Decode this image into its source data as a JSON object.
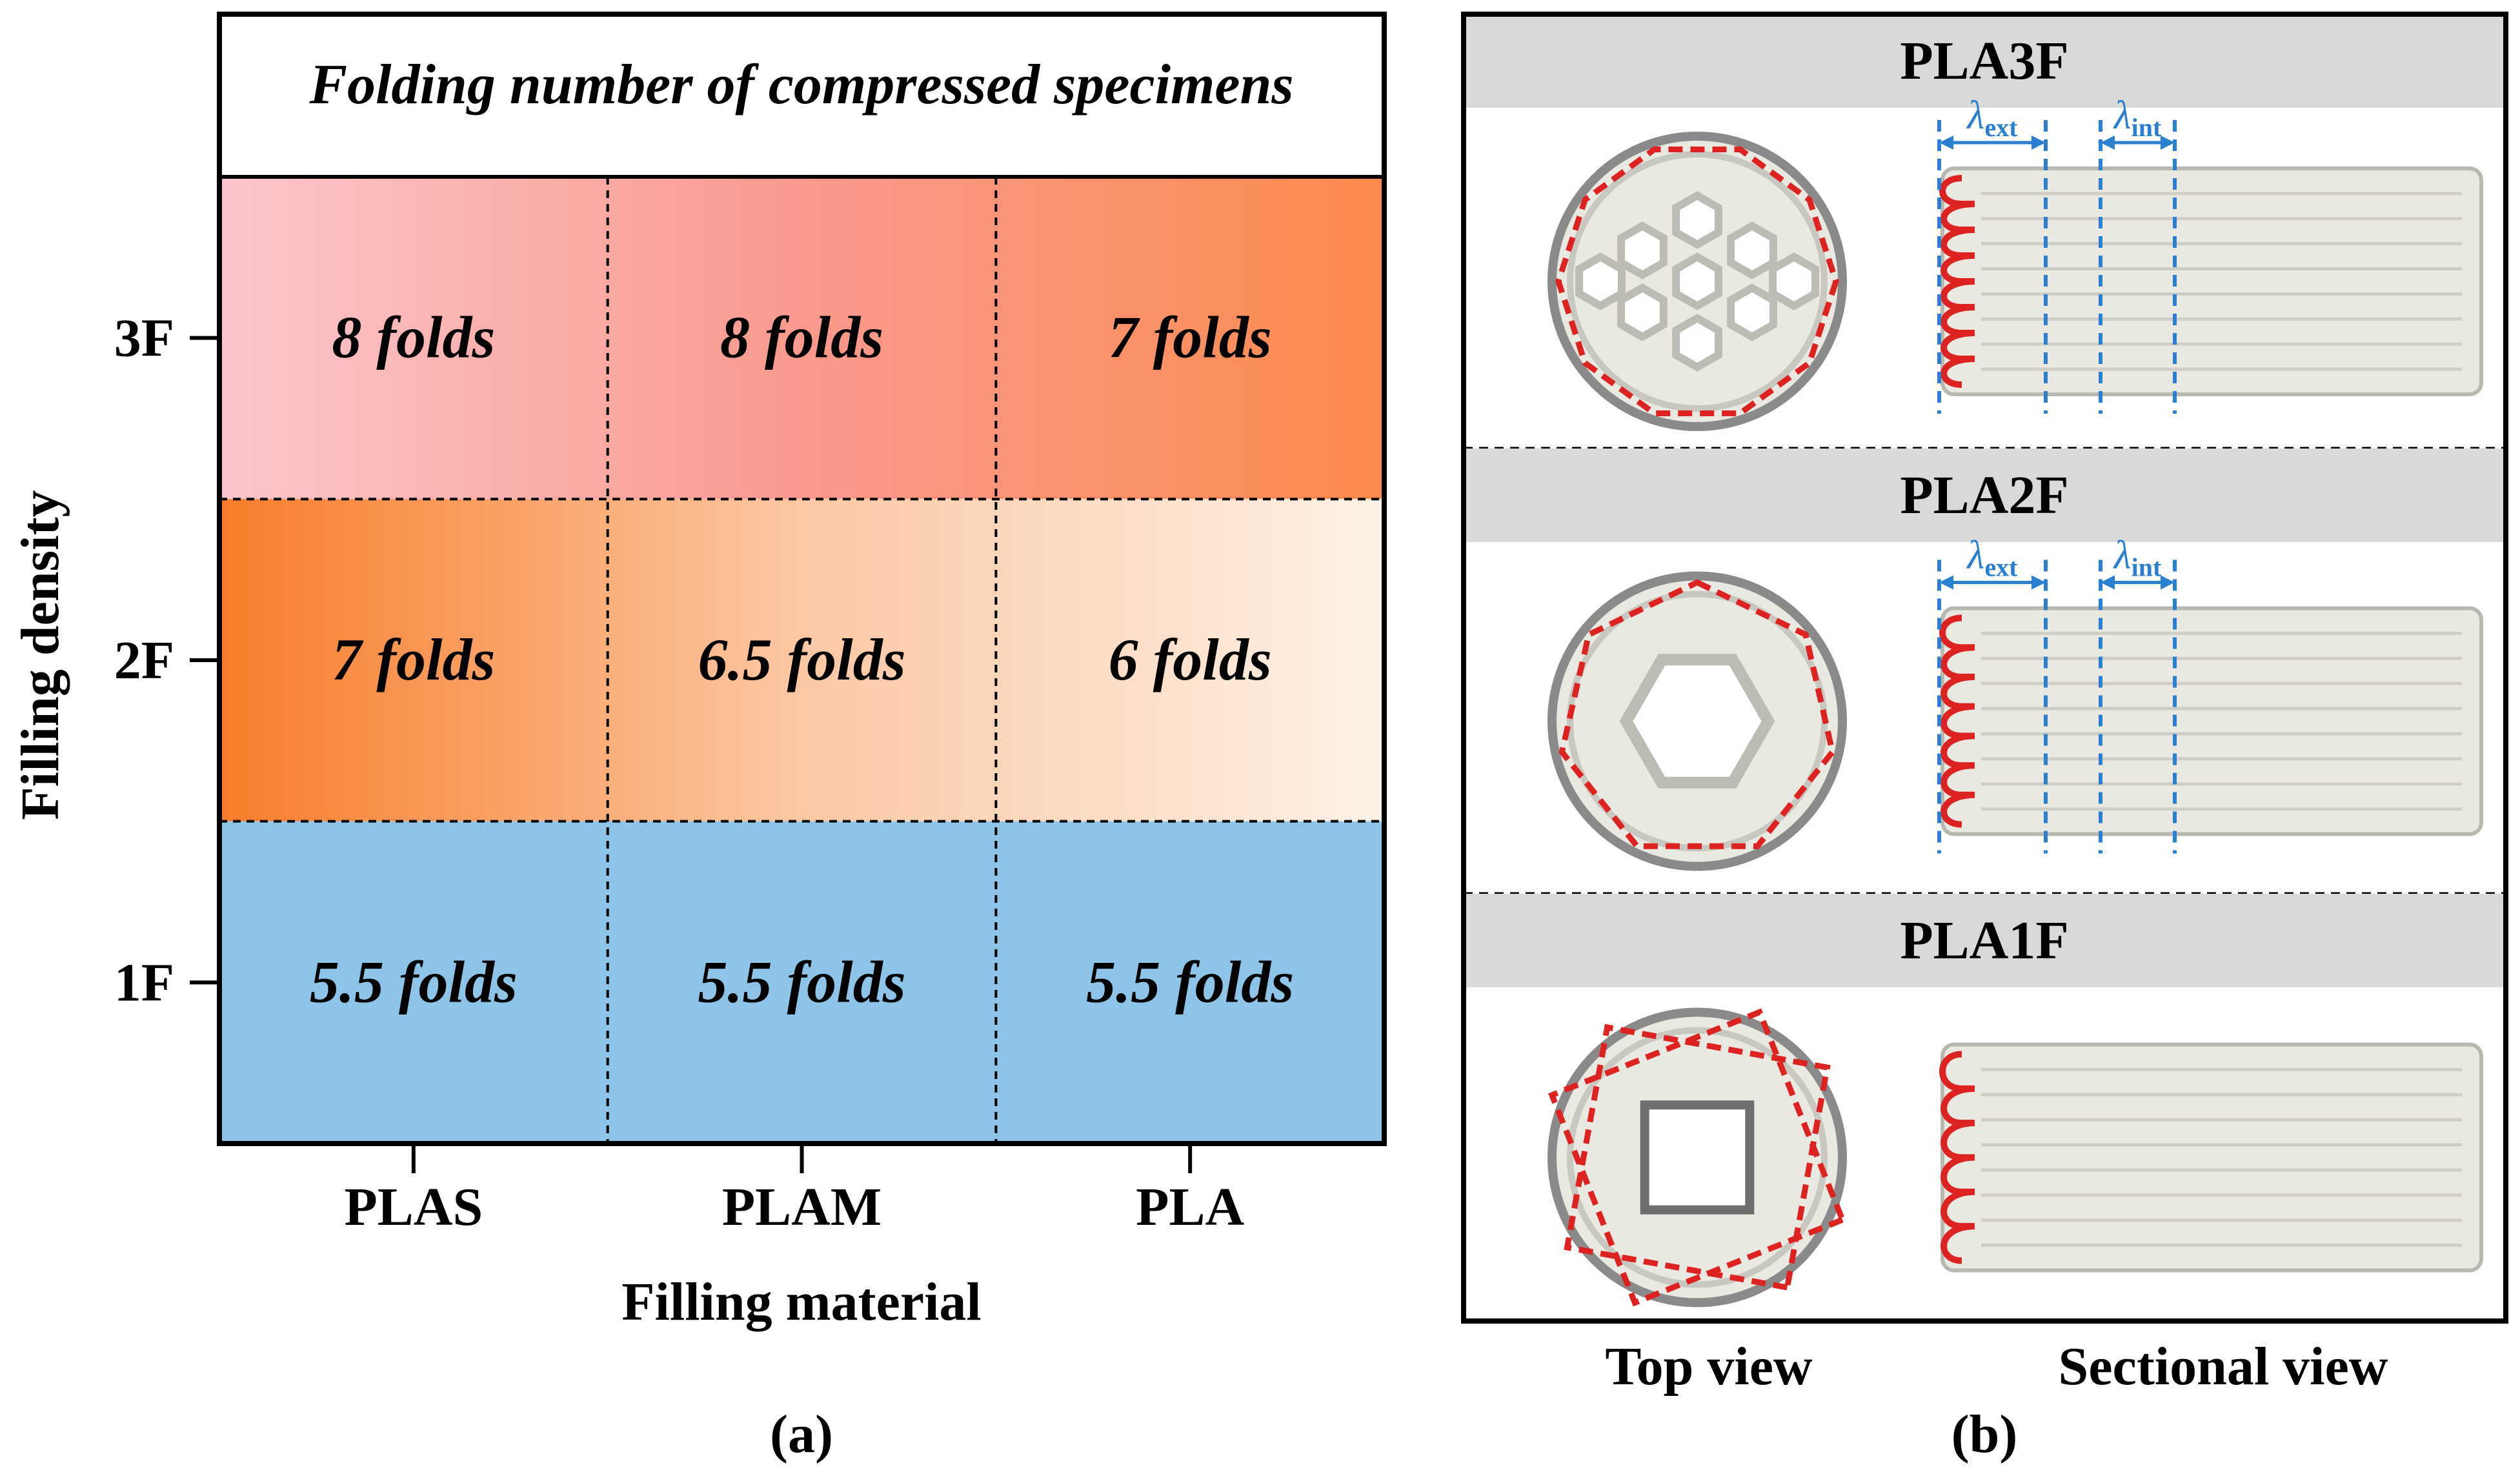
{
  "chart_data": {
    "type": "heatmap",
    "title": "Folding number of compressed specimens",
    "xlabel": "Filling material",
    "ylabel": "Filling density",
    "x_categories": [
      "PLAS",
      "PLAM",
      "PLA"
    ],
    "y_categories": [
      "3F",
      "2F",
      "1F"
    ],
    "values": [
      [
        8,
        8,
        7
      ],
      [
        7,
        6.5,
        6
      ],
      [
        5.5,
        5.5,
        5.5
      ]
    ],
    "cell_labels": [
      [
        "8 folds",
        "8 folds",
        "7 folds"
      ],
      [
        "7 folds",
        "6.5 folds",
        "6 folds"
      ],
      [
        "5.5 folds",
        "5.5 folds",
        "5.5 folds"
      ]
    ],
    "panel_label": "(a)",
    "colors": {
      "row_3F": [
        "#fbc6cc",
        "#f99a8e",
        "#fb8a4c"
      ],
      "row_2F": [
        "#f77d2a",
        "#fcc8a4",
        "#fcf1e6"
      ],
      "row_1F": "#8ec4e8",
      "title_box": "#ffffff"
    }
  },
  "panel_b": {
    "panel_label": "(b)",
    "sections": [
      {
        "title": "PLA3F",
        "lambda_ext": "λext",
        "lambda_int": "λint",
        "top_shape": "decagon",
        "fold_count": 8
      },
      {
        "title": "PLA2F",
        "lambda_ext": "λext",
        "lambda_int": "λint",
        "top_shape": "hexagon",
        "fold_count": 7
      },
      {
        "title": "PLA1F",
        "top_shape": "two-overlapping-squares",
        "fold_count": 6
      }
    ],
    "lambda_symbol": "λ",
    "lambda_ext_sub": "ext",
    "lambda_int_sub": "int",
    "bottom_labels": {
      "top_view": "Top view",
      "sectional_view": "Sectional view"
    },
    "colors": {
      "header": "#d9d9d9",
      "dash_red": "#dd2222",
      "dim_blue": "#2a7fd0",
      "specimen": "#e9e8e1"
    }
  }
}
